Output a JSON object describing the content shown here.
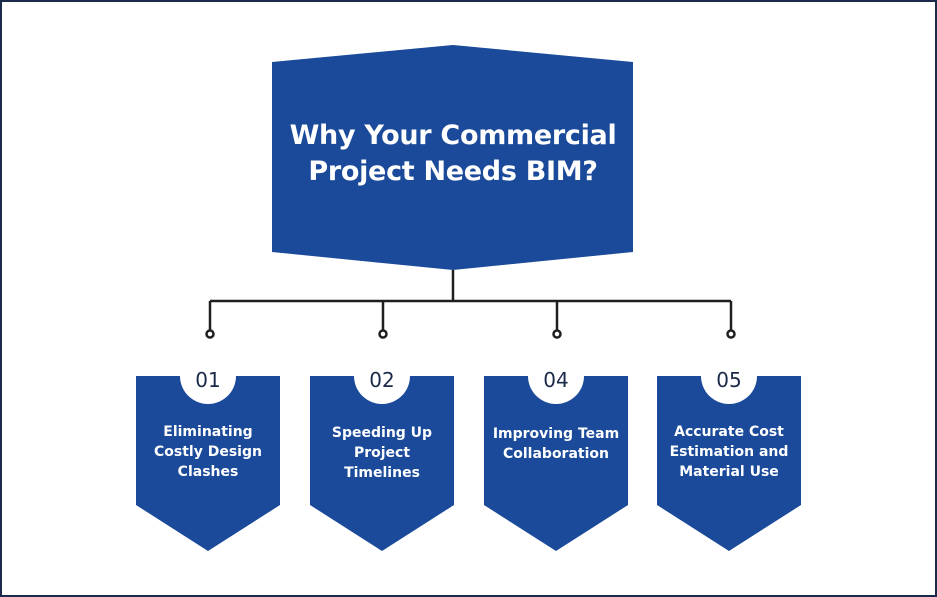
{
  "diagram": {
    "title_line1": "Why Your Commercial",
    "title_line2": "Project Needs BIM?",
    "colors": {
      "primary": "#1a4a99",
      "connector": "#1f1f1f",
      "border": "#1b2a4a",
      "background": "#ffffff",
      "text_light": "#ffffff",
      "text_dark": "#1b2a4a"
    },
    "cards": [
      {
        "number": "01",
        "label_lines": [
          "Eliminating",
          "Costly Design",
          "Clashes"
        ]
      },
      {
        "number": "02",
        "label_lines": [
          "Speeding Up",
          "Project",
          "Timelines"
        ]
      },
      {
        "number": "04",
        "label_lines": [
          "Improving Team",
          "Collaboration"
        ]
      },
      {
        "number": "05",
        "label_lines": [
          "Accurate Cost",
          "Estimation and",
          "Material Use"
        ]
      }
    ]
  }
}
